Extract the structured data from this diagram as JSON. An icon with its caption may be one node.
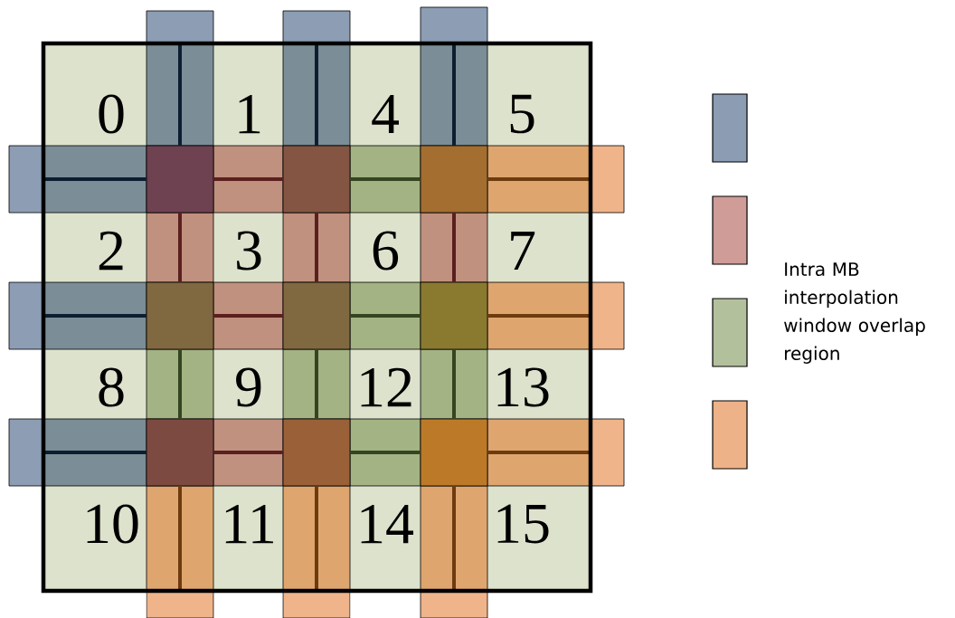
{
  "diagram": {
    "nodes": [
      {
        "text": [
          "0"
        ]
      },
      {
        "text": [
          "1"
        ]
      },
      {
        "text": [
          "4"
        ]
      },
      {
        "text": [
          "5"
        ]
      },
      {
        "text": [
          "2"
        ]
      },
      {
        "text": [
          "3"
        ]
      },
      {
        "text": [
          "6"
        ]
      },
      {
        "text": [
          "7"
        ]
      },
      {
        "text": [
          "8"
        ]
      },
      {
        "text": [
          "9"
        ]
      },
      {
        "text": [
          "12"
        ]
      },
      {
        "text": [
          "13"
        ]
      },
      {
        "text": [
          "10"
        ]
      },
      {
        "text": [
          "11"
        ]
      },
      {
        "text": [
          "14"
        ]
      },
      {
        "text": [
          "15"
        ]
      }
    ],
    "labels": [
      "Intra MB interpolation window overlap region"
    ]
  }
}
